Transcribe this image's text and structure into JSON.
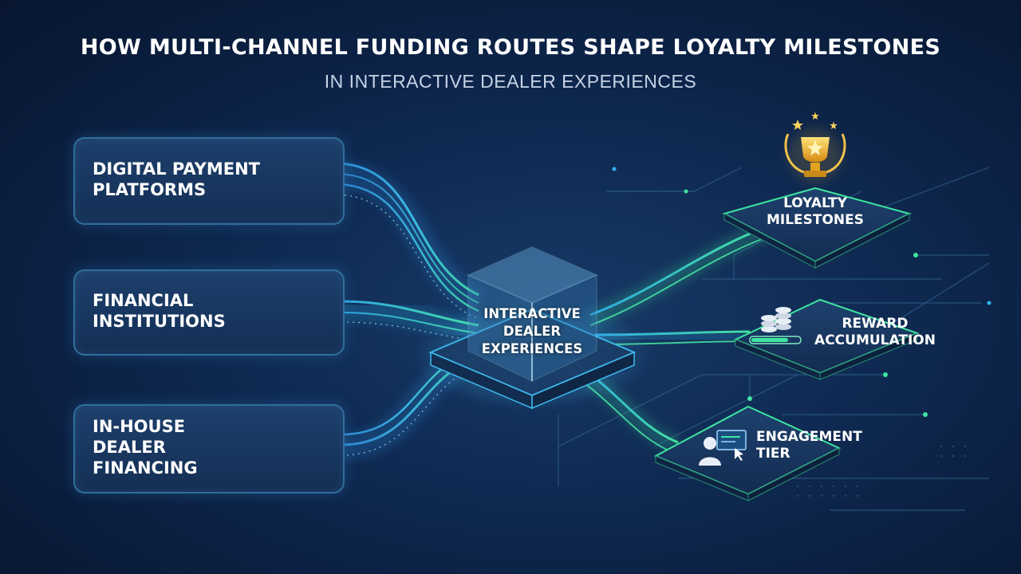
{
  "header": {
    "title": "HOW MULTI-CHANNEL FUNDING ROUTES SHAPE LOYALTY MILESTONES",
    "subtitle": "IN INTERACTIVE DEALER EXPERIENCES"
  },
  "sources": [
    {
      "label": "DIGITAL PAYMENT\nPLATFORMS",
      "icon": "credit-card-icon"
    },
    {
      "label": "FINANCIAL\nINSTITUTIONS",
      "icon": "bank-building-icon"
    },
    {
      "label": "IN-HOUSE\nDEALER\nFINANCING",
      "icon": "handshake-dollar-icon"
    }
  ],
  "hub": {
    "label": "INTERACTIVE\nDEALER\nEXPERIENCES"
  },
  "outcomes": [
    {
      "label": "LOYALTY\nMILESTONES",
      "icon": "trophy-icon"
    },
    {
      "label": "REWARD\nACCUMULATION",
      "icon": "coin-stack-icon"
    },
    {
      "label": "ENGAGEMENT\nTIER",
      "icon": "user-screen-icon"
    }
  ],
  "colors": {
    "accent_blue": "#2fb4f0",
    "accent_green": "#3ee6a0",
    "gold": "#f5b72a"
  }
}
